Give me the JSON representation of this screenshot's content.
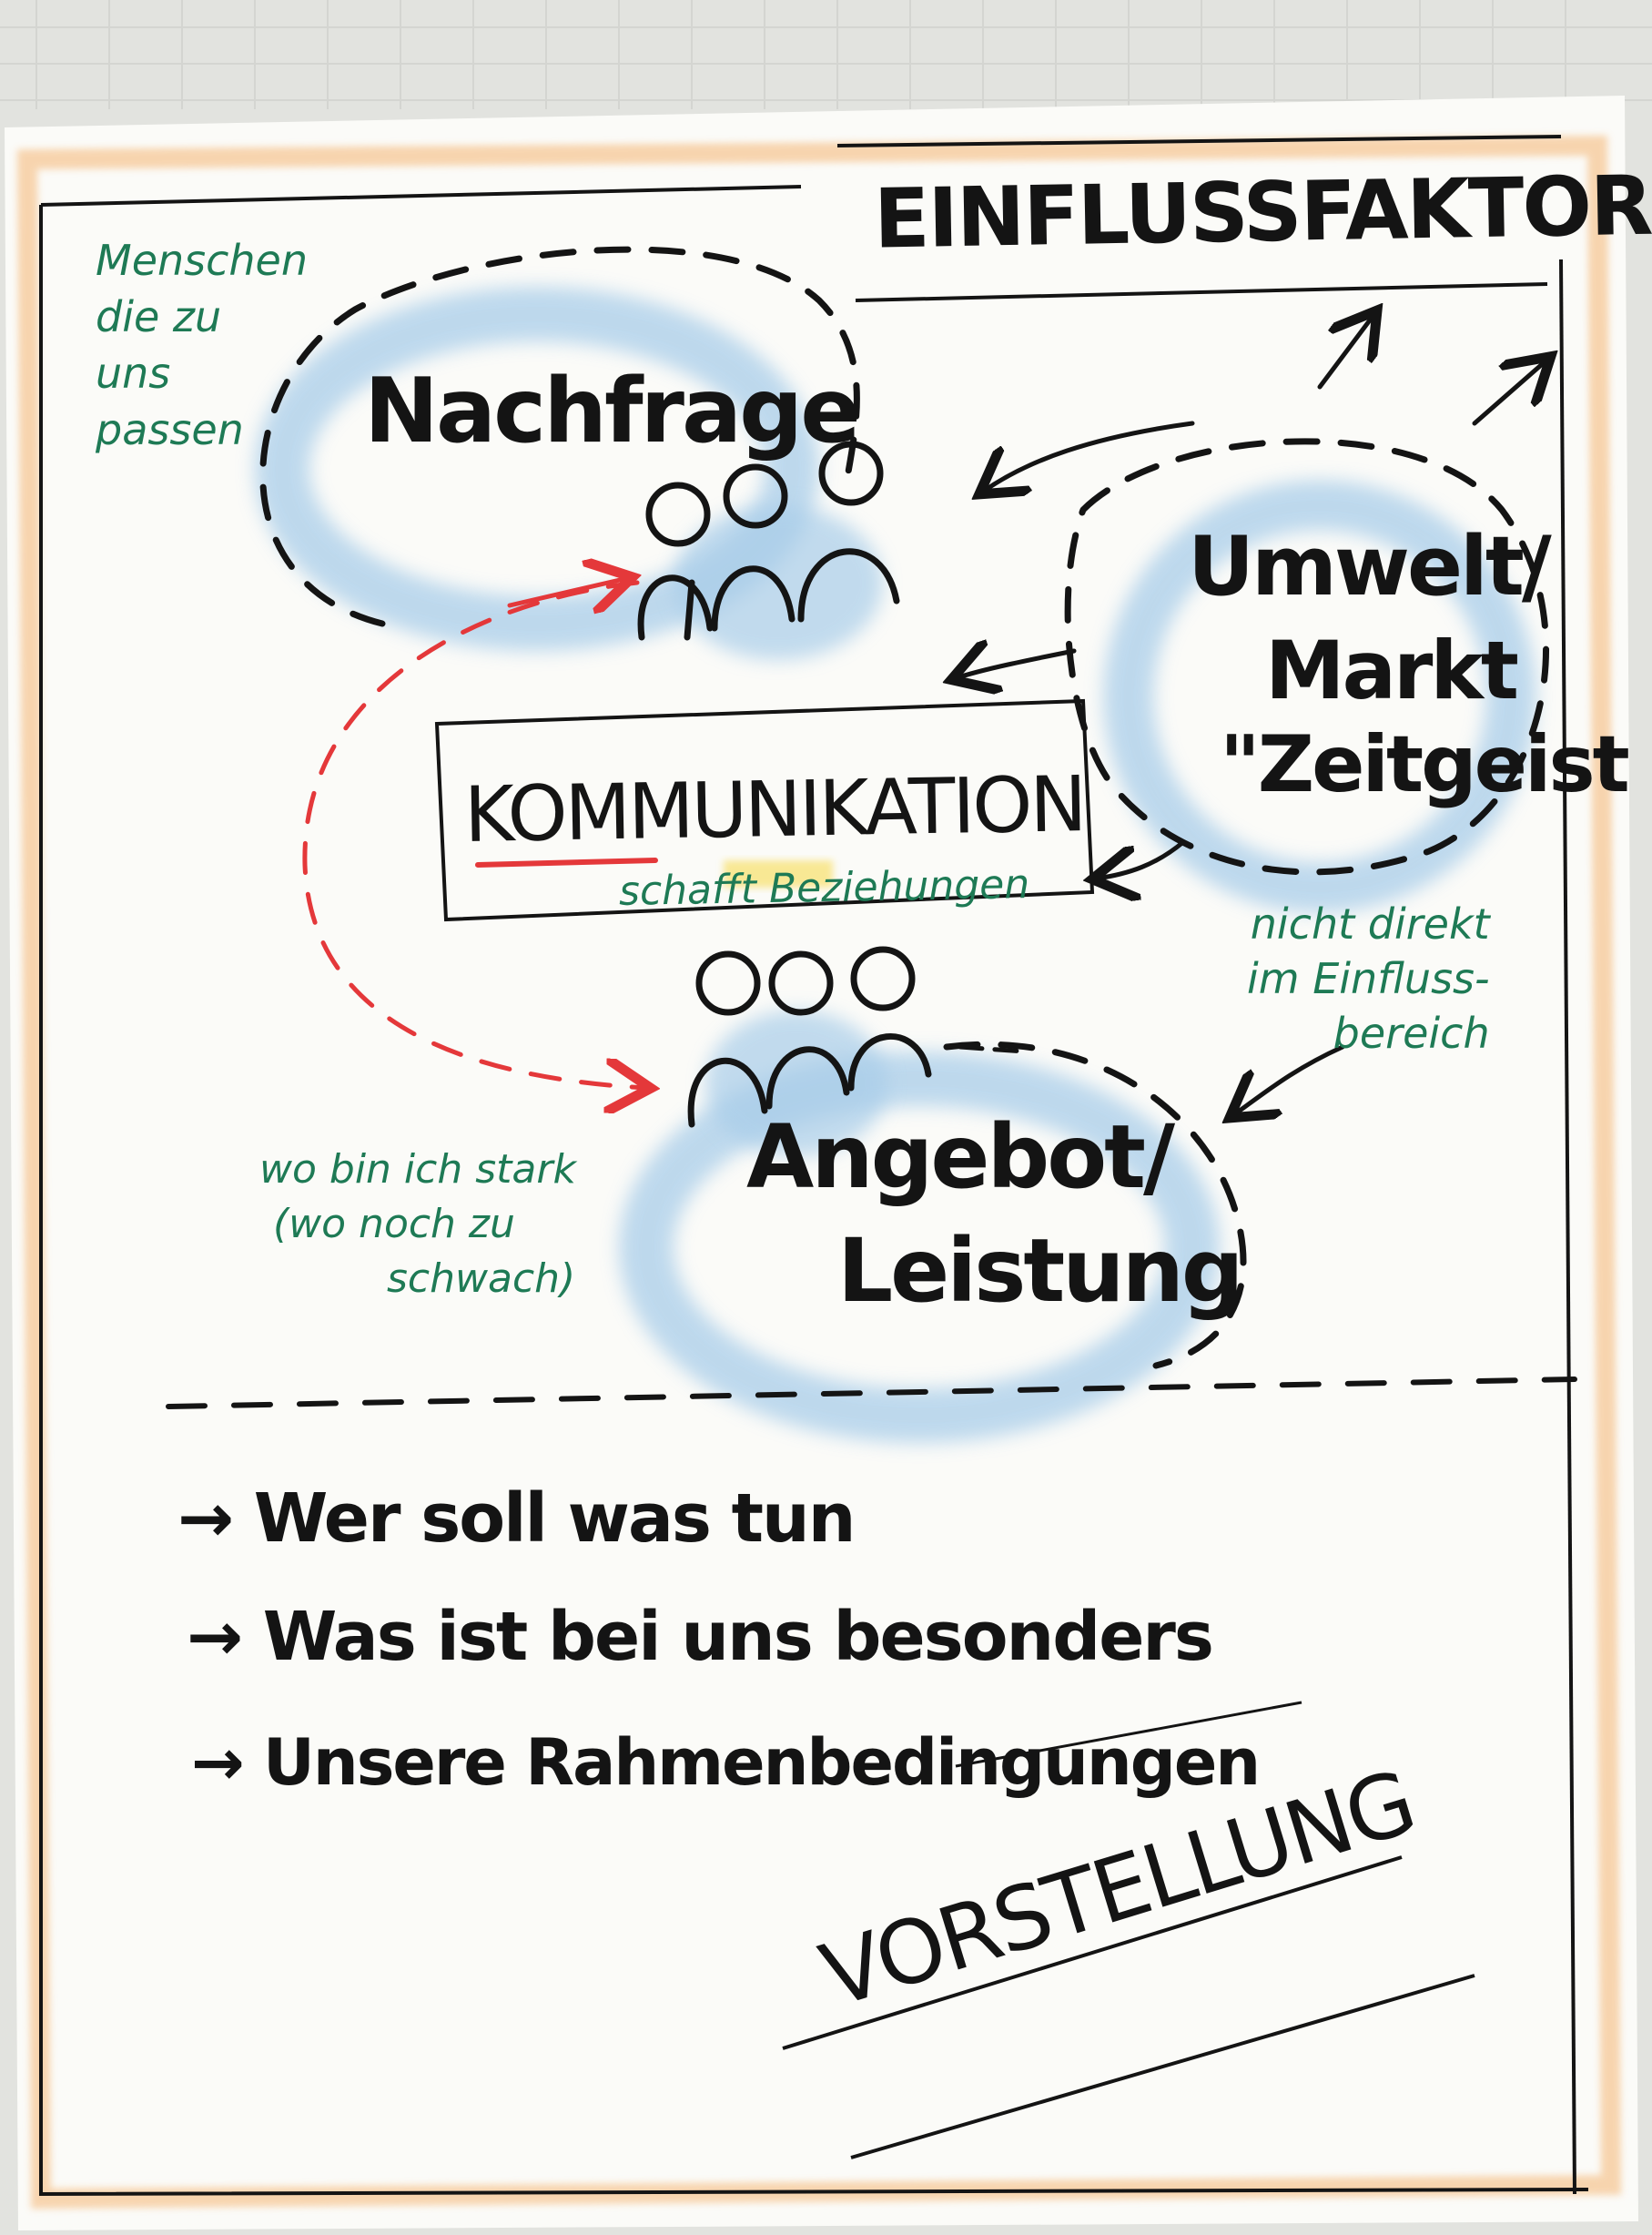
{
  "title": "EINFLUSSFAKTOREN",
  "nodes": {
    "nachfrage": "Nachfrage",
    "kommunikation": "KOMMUNIKATION",
    "angebot_line1": "Angebot/",
    "angebot_line2": "Leistung",
    "umwelt_line1": "Umwelt/",
    "umwelt_line2": "Markt",
    "umwelt_line3": "\"Zeitgeist"
  },
  "notes": {
    "menschen": [
      "Menschen",
      "die zu",
      "uns",
      "passen"
    ],
    "schafft": "schafft Beziehungen",
    "nicht_direkt": [
      "nicht direkt",
      "im Einfluss-",
      "bereich"
    ],
    "wo_bin": [
      "wo bin ich stark",
      "(wo noch zu",
      "schwach)"
    ]
  },
  "bullets": [
    "→ Wer soll was tun",
    "→ Was ist bei uns besonders",
    "→ Unsere Rahmenbedingungen"
  ],
  "footer_title": "VORSTELLUNG",
  "colors": {
    "ink": "#141414",
    "green": "#1e7a55",
    "red": "#e4383a",
    "blue_wash": "#a9cde9",
    "orange_border": "#f6c896",
    "paper": "#fbfbf8"
  }
}
